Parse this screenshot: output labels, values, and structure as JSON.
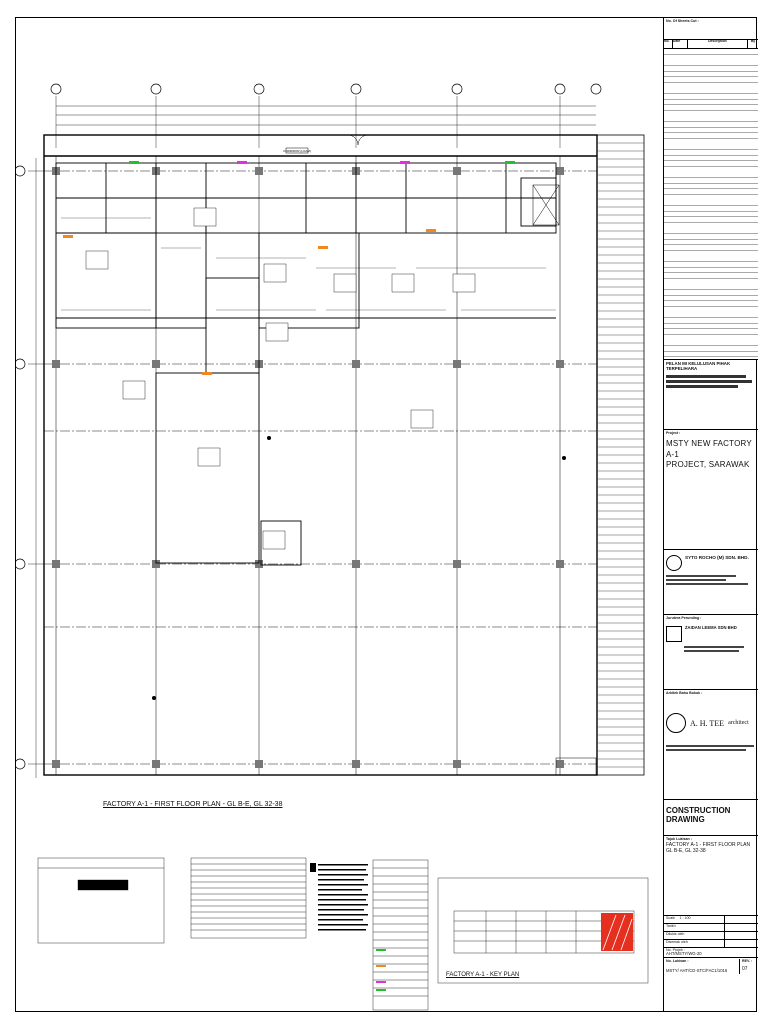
{
  "sheet": {
    "plan_caption": "FACTORY A-1 - FIRST FLOOR PLAN - GL B-E, GL 32-38",
    "keyplan_caption": "FACTORY A-1 - KEY PLAN",
    "room_labels": [
      "CORRIDOR (LOAM)"
    ]
  },
  "title_block": {
    "no_of_sheets_label": "No. Of Sheets Cut :",
    "revision_header": {
      "no": "No.",
      "date": "Date",
      "description": "Description",
      "by": "By"
    },
    "approval_label": "PELAN MI KELULUSAN PIHAK TERPELIHARA",
    "project_label": "Project :",
    "project_name_line1": "MSTY NEW FACTORY A-1",
    "project_name_line2": "PROJECT, SARAWAK",
    "client_name": "SYTO ROCHO (M) SDN. BHD.",
    "consultant_label": "Jurutera Perunding :",
    "consultant_name": "ZAIDAN LEEMA SDN BHD",
    "architect_label": "Arkitek Bahu Bukuk :",
    "architect_name": "A. H. TEE",
    "architect_sub": "architect",
    "drawing_status": "CONSTRUCTION DRAWING",
    "title_label": "Tajuk Lukisan :",
    "drawing_title_line1": "FACTORY A-1 - FIRST FLOOR PLAN",
    "drawing_title_line2": "GL B-E, GL 32-38",
    "scale_label": "Scale",
    "scale_value": "1 : 100",
    "date_label": "Tarikh",
    "drawn_label": "Dilukis oleh",
    "checked_label": "Disemak oleh",
    "project_no_label": "No. Projek :",
    "project_no": "AHT/MSTY/WG-20",
    "drawing_no_label": "No. Lukisan :",
    "drawing_no": "MSTY/ AHT/CD-STC/FAC1/1016",
    "rev_label": "REV. :",
    "rev_value": "07"
  }
}
